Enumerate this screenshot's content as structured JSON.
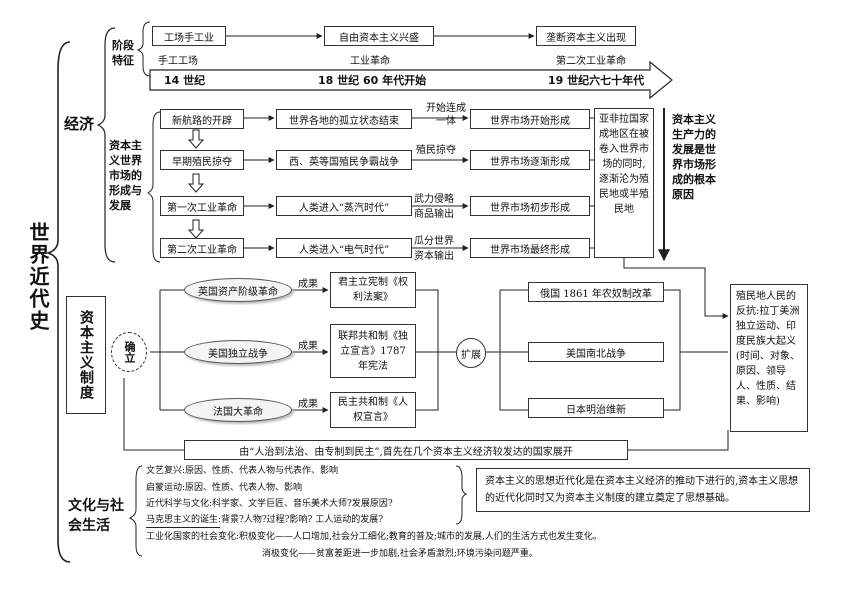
{
  "main_title": "世界近代史",
  "economy": {
    "title": "经济",
    "stage": {
      "label": "阶段特征",
      "boxes": [
        "工场手工业",
        "自由资本主义兴盛",
        "垄断资本主义出现"
      ],
      "phases": [
        "手工工场",
        "工业革命",
        "第二次工业革命"
      ],
      "times": [
        "14 世纪",
        "18 世纪 60 年代开始",
        "19 世纪六七十年代"
      ]
    },
    "market": {
      "label": "资本主义世界市场的形成与发展",
      "rows": [
        {
          "cause": "新航路的开辟",
          "effect": "世界各地的孤立状态结束",
          "means": "开始连成一体",
          "result": "世界市场开始形成"
        },
        {
          "cause": "早期殖民掠夺",
          "effect": "西、英等国殖民争霸战争",
          "means": "殖民掠夺",
          "result": "世界市场逐渐形成"
        },
        {
          "cause": "第一次工业革命",
          "effect": "人类进入“蒸汽时代”",
          "means": "武力侵略商品输出",
          "result": "世界市场初步形成"
        },
        {
          "cause": "第二次工业革命",
          "effect": "人类进入“电气时代”",
          "means": "瓜分世界资本输出",
          "result": "世界市场最终形成"
        }
      ],
      "summary": "亚非拉国家成地区在被卷入世界市场的同时,逐渐沦为殖民地或半殖民地",
      "conclusion": "资本主义生产力的发展是世界市场形成的根本原因"
    }
  },
  "system": {
    "title": "资本主义制度",
    "establish": "确立",
    "revolutions": [
      {
        "name": "英国资产阶级革命",
        "outcome": "成果",
        "result": "君主立宪制《权利法案》"
      },
      {
        "name": "美国独立战争",
        "outcome": "成果",
        "result": "联邦共和制《独立宣言》1787 年宪法"
      },
      {
        "name": "法国大革命",
        "outcome": "成果",
        "result": "民主共和制《人权宣言》"
      }
    ],
    "expand": "扩展",
    "expansions": [
      "俄国 1861 年农奴制改革",
      "美国南北战争",
      "日本明治维新"
    ],
    "colonial": "殖民地人民的反抗:拉丁美洲独立运动、印度民族大起义(时间、对象、原因、领导人、性质、结果、影响)",
    "summary": "由“人治到法治、由专制到民主”,首先在几个资本主义经济较发达的国家展开"
  },
  "culture": {
    "title": "文化与社会生活",
    "items": [
      "文艺复兴:原因、性质、代表人物与代表作、影响",
      "启蒙运动:原因、性质、代表人物、影响",
      "近代科学与文化:科学家、文学巨匠、音乐美术大师?发展原因?",
      "马克思主义的诞生:背景?人物?过程?影响? 工人运动的发展?"
    ],
    "underline": "马克思主义的诞生",
    "summary": "资本主义的思想近代化是在资本主义经济的推动下进行的,资本主义思想的近代化同时又为资本主义制度的建立奠定了思想基础。",
    "social": "工业化国家的社会变化:积极变化——人口增加,社会分工细化;教育的普及;城市的发展,人们的生活方式也发生变化。",
    "negative": "消极变化——贫富差距进一步加剧,社会矛盾激烈;环境污染问题严重。"
  }
}
